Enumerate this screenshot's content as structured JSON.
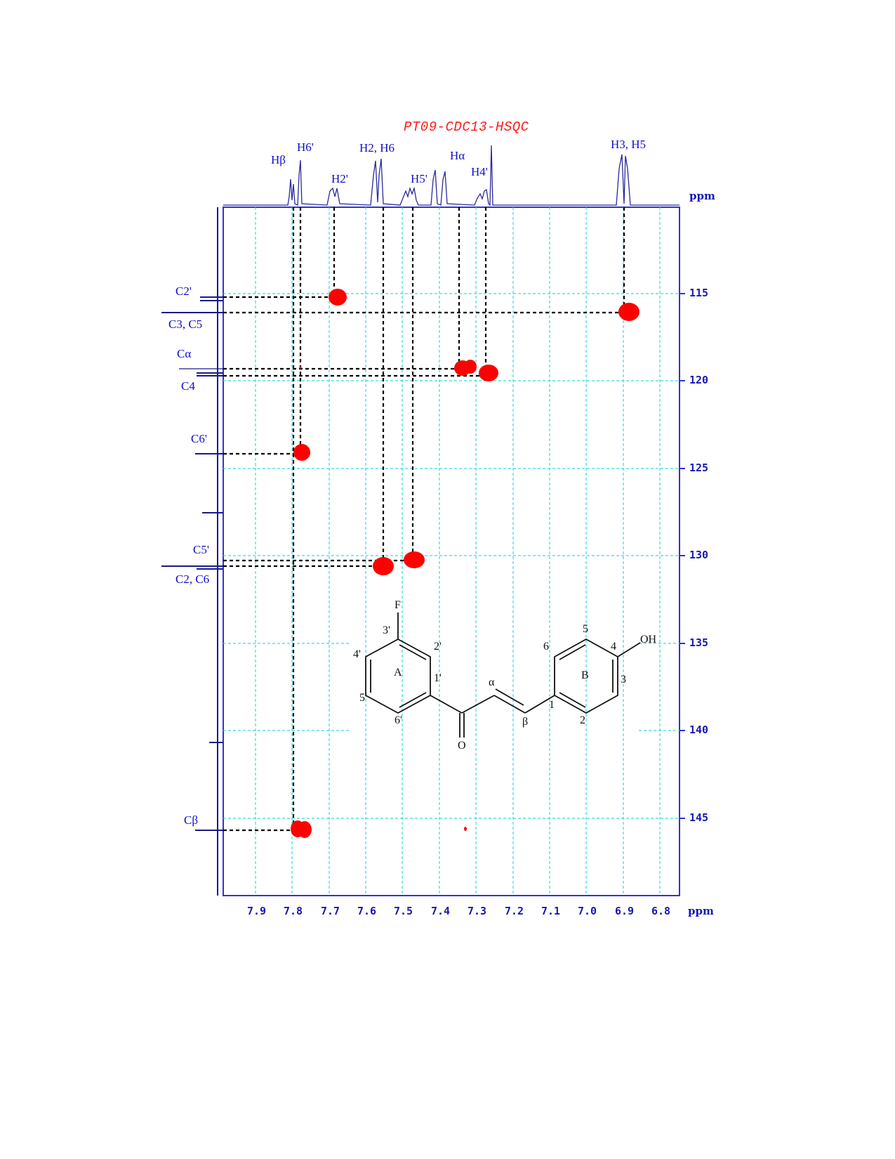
{
  "chart_data": {
    "type": "heatmap",
    "subtype": "2D NMR HSQC contour plot",
    "title": "PT09-CDC13-HSQC",
    "xlabel": "ppm",
    "ylabel": "ppm",
    "x_axis": {
      "label": "ppm",
      "reversed": true,
      "range": [
        8.0,
        6.75
      ],
      "ticks": [
        "7.9",
        "7.8",
        "7.7",
        "7.6",
        "7.5",
        "7.4",
        "7.3",
        "7.2",
        "7.1",
        "7.0",
        "6.9",
        "6.8"
      ]
    },
    "y_axis": {
      "label": "ppm",
      "position": "right",
      "range": [
        110,
        149.4
      ],
      "ticks": [
        "115",
        "120",
        "125",
        "130",
        "135",
        "140",
        "145"
      ]
    },
    "grid": true,
    "proton_labels": [
      {
        "label": "Hβ",
        "ppm": 7.79
      },
      {
        "label": "H6'",
        "ppm": 7.77
      },
      {
        "label": "H2'",
        "ppm": 7.68
      },
      {
        "label": "H2, H6",
        "ppm": 7.55
      },
      {
        "label": "H5'",
        "ppm": 7.47
      },
      {
        "label": "Hα",
        "ppm": 7.34
      },
      {
        "label": "H4'",
        "ppm": 7.27
      },
      {
        "label": "H3, H5",
        "ppm": 6.89
      }
    ],
    "carbon_labels": [
      {
        "label": "C2'",
        "ppm": 115.3
      },
      {
        "label": "C3, C5",
        "ppm": 116.1
      },
      {
        "label": "Cα",
        "ppm": 119.4
      },
      {
        "label": "C4",
        "ppm": 119.7
      },
      {
        "label": "C6'",
        "ppm": 124.3
      },
      {
        "label": "C5'",
        "ppm": 130.2
      },
      {
        "label": "C2, C6",
        "ppm": 130.5
      },
      {
        "label": "Cβ",
        "ppm": 145.6
      }
    ],
    "cross_peaks": [
      {
        "assignment": "H2'/C2'",
        "h_ppm": 7.68,
        "c_ppm": 115.3
      },
      {
        "assignment": "H3,H5/C3,C5",
        "h_ppm": 6.89,
        "c_ppm": 116.1
      },
      {
        "assignment": "Hα/Cα",
        "h_ppm": 7.34,
        "c_ppm": 119.4
      },
      {
        "assignment": "H4'/C4",
        "h_ppm": 7.27,
        "c_ppm": 119.7
      },
      {
        "assignment": "H6'/C6'",
        "h_ppm": 7.77,
        "c_ppm": 124.3
      },
      {
        "assignment": "H2,H6/C2,C6",
        "h_ppm": 7.55,
        "c_ppm": 130.5
      },
      {
        "assignment": "H5'/C5'",
        "h_ppm": 7.47,
        "c_ppm": 130.2
      },
      {
        "assignment": "Hβ/Cβ",
        "h_ppm": 7.79,
        "c_ppm": 145.6
      }
    ],
    "colors": {
      "title": "#ff1a1a",
      "labels": "#1010c8",
      "grid": "#33dddd",
      "peaks": "#ff0000",
      "axis": "#3333cc"
    }
  },
  "figure": {
    "title": "PT09-CDC13-HSQC",
    "x_unit": "ppm",
    "y_unit": "ppm",
    "x_ticks": [
      "7.9",
      "7.8",
      "7.7",
      "7.6",
      "7.5",
      "7.4",
      "7.3",
      "7.2",
      "7.1",
      "7.0",
      "6.9",
      "6.8"
    ],
    "y_ticks": [
      "115",
      "120",
      "125",
      "130",
      "135",
      "140",
      "145"
    ],
    "h_labels": [
      "Hβ",
      "H6'",
      "H2'",
      "H2, H6",
      "H5'",
      "Hα",
      "H4'",
      "H3, H5"
    ],
    "c_labels": [
      "C2'",
      "C3, C5",
      "Cα",
      "C4",
      "C6'",
      "C5'",
      "C2, C6",
      "Cβ"
    ]
  },
  "molecule": {
    "atoms": [
      "F",
      "3'",
      "2'",
      "4'",
      "A",
      "1'",
      "5'",
      "6'",
      "O",
      "α",
      "β",
      "6",
      "5",
      "4",
      "OH",
      "B",
      "3",
      "1",
      "2"
    ]
  }
}
